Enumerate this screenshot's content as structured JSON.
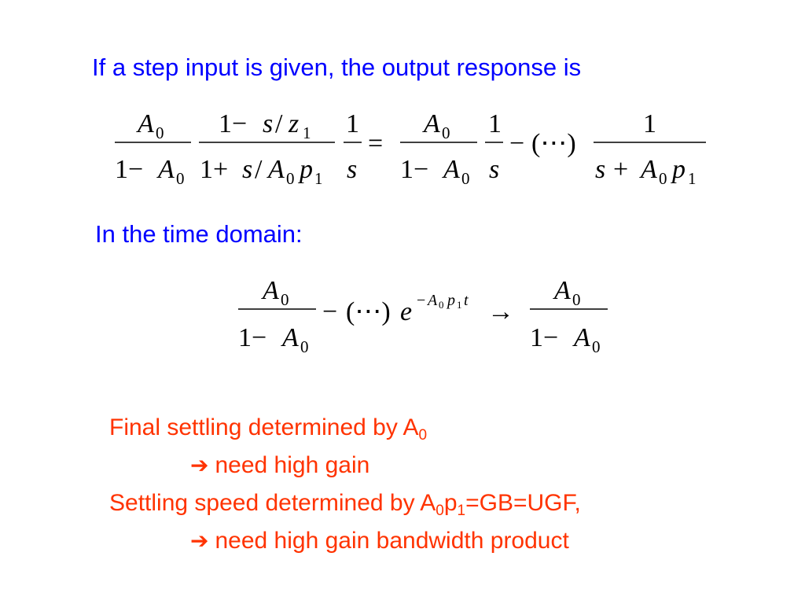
{
  "colors": {
    "heading": "#0000ff",
    "notes": "#ff3300",
    "math": "#000000"
  },
  "headings": {
    "intro": "If a step input is given, the output response is",
    "time_domain": "In the time domain:"
  },
  "math": {
    "symbols": {
      "A": "A",
      "zero": "0",
      "one": "1",
      "s": "s",
      "z": "z",
      "p": "p",
      "t": "t",
      "e": "e",
      "one_minus": "1−",
      "one_plus": "1+",
      "slash": "/",
      "equals": "=",
      "minus": "−",
      "plus": "+",
      "ellipsis": "(⋯)",
      "arrow": "→"
    }
  },
  "notes": {
    "line1_text": "Final settling determined by A",
    "line1_sub": "0",
    "line2_text": "need high gain",
    "line3_a": "Settling speed determined by A",
    "line3_sub0": "0",
    "line3_b": "p",
    "line3_sub1": "1",
    "line3_c": "=GB=UGF,",
    "line4_text": "need high gain bandwidth product",
    "arrow_icon": "➔"
  }
}
